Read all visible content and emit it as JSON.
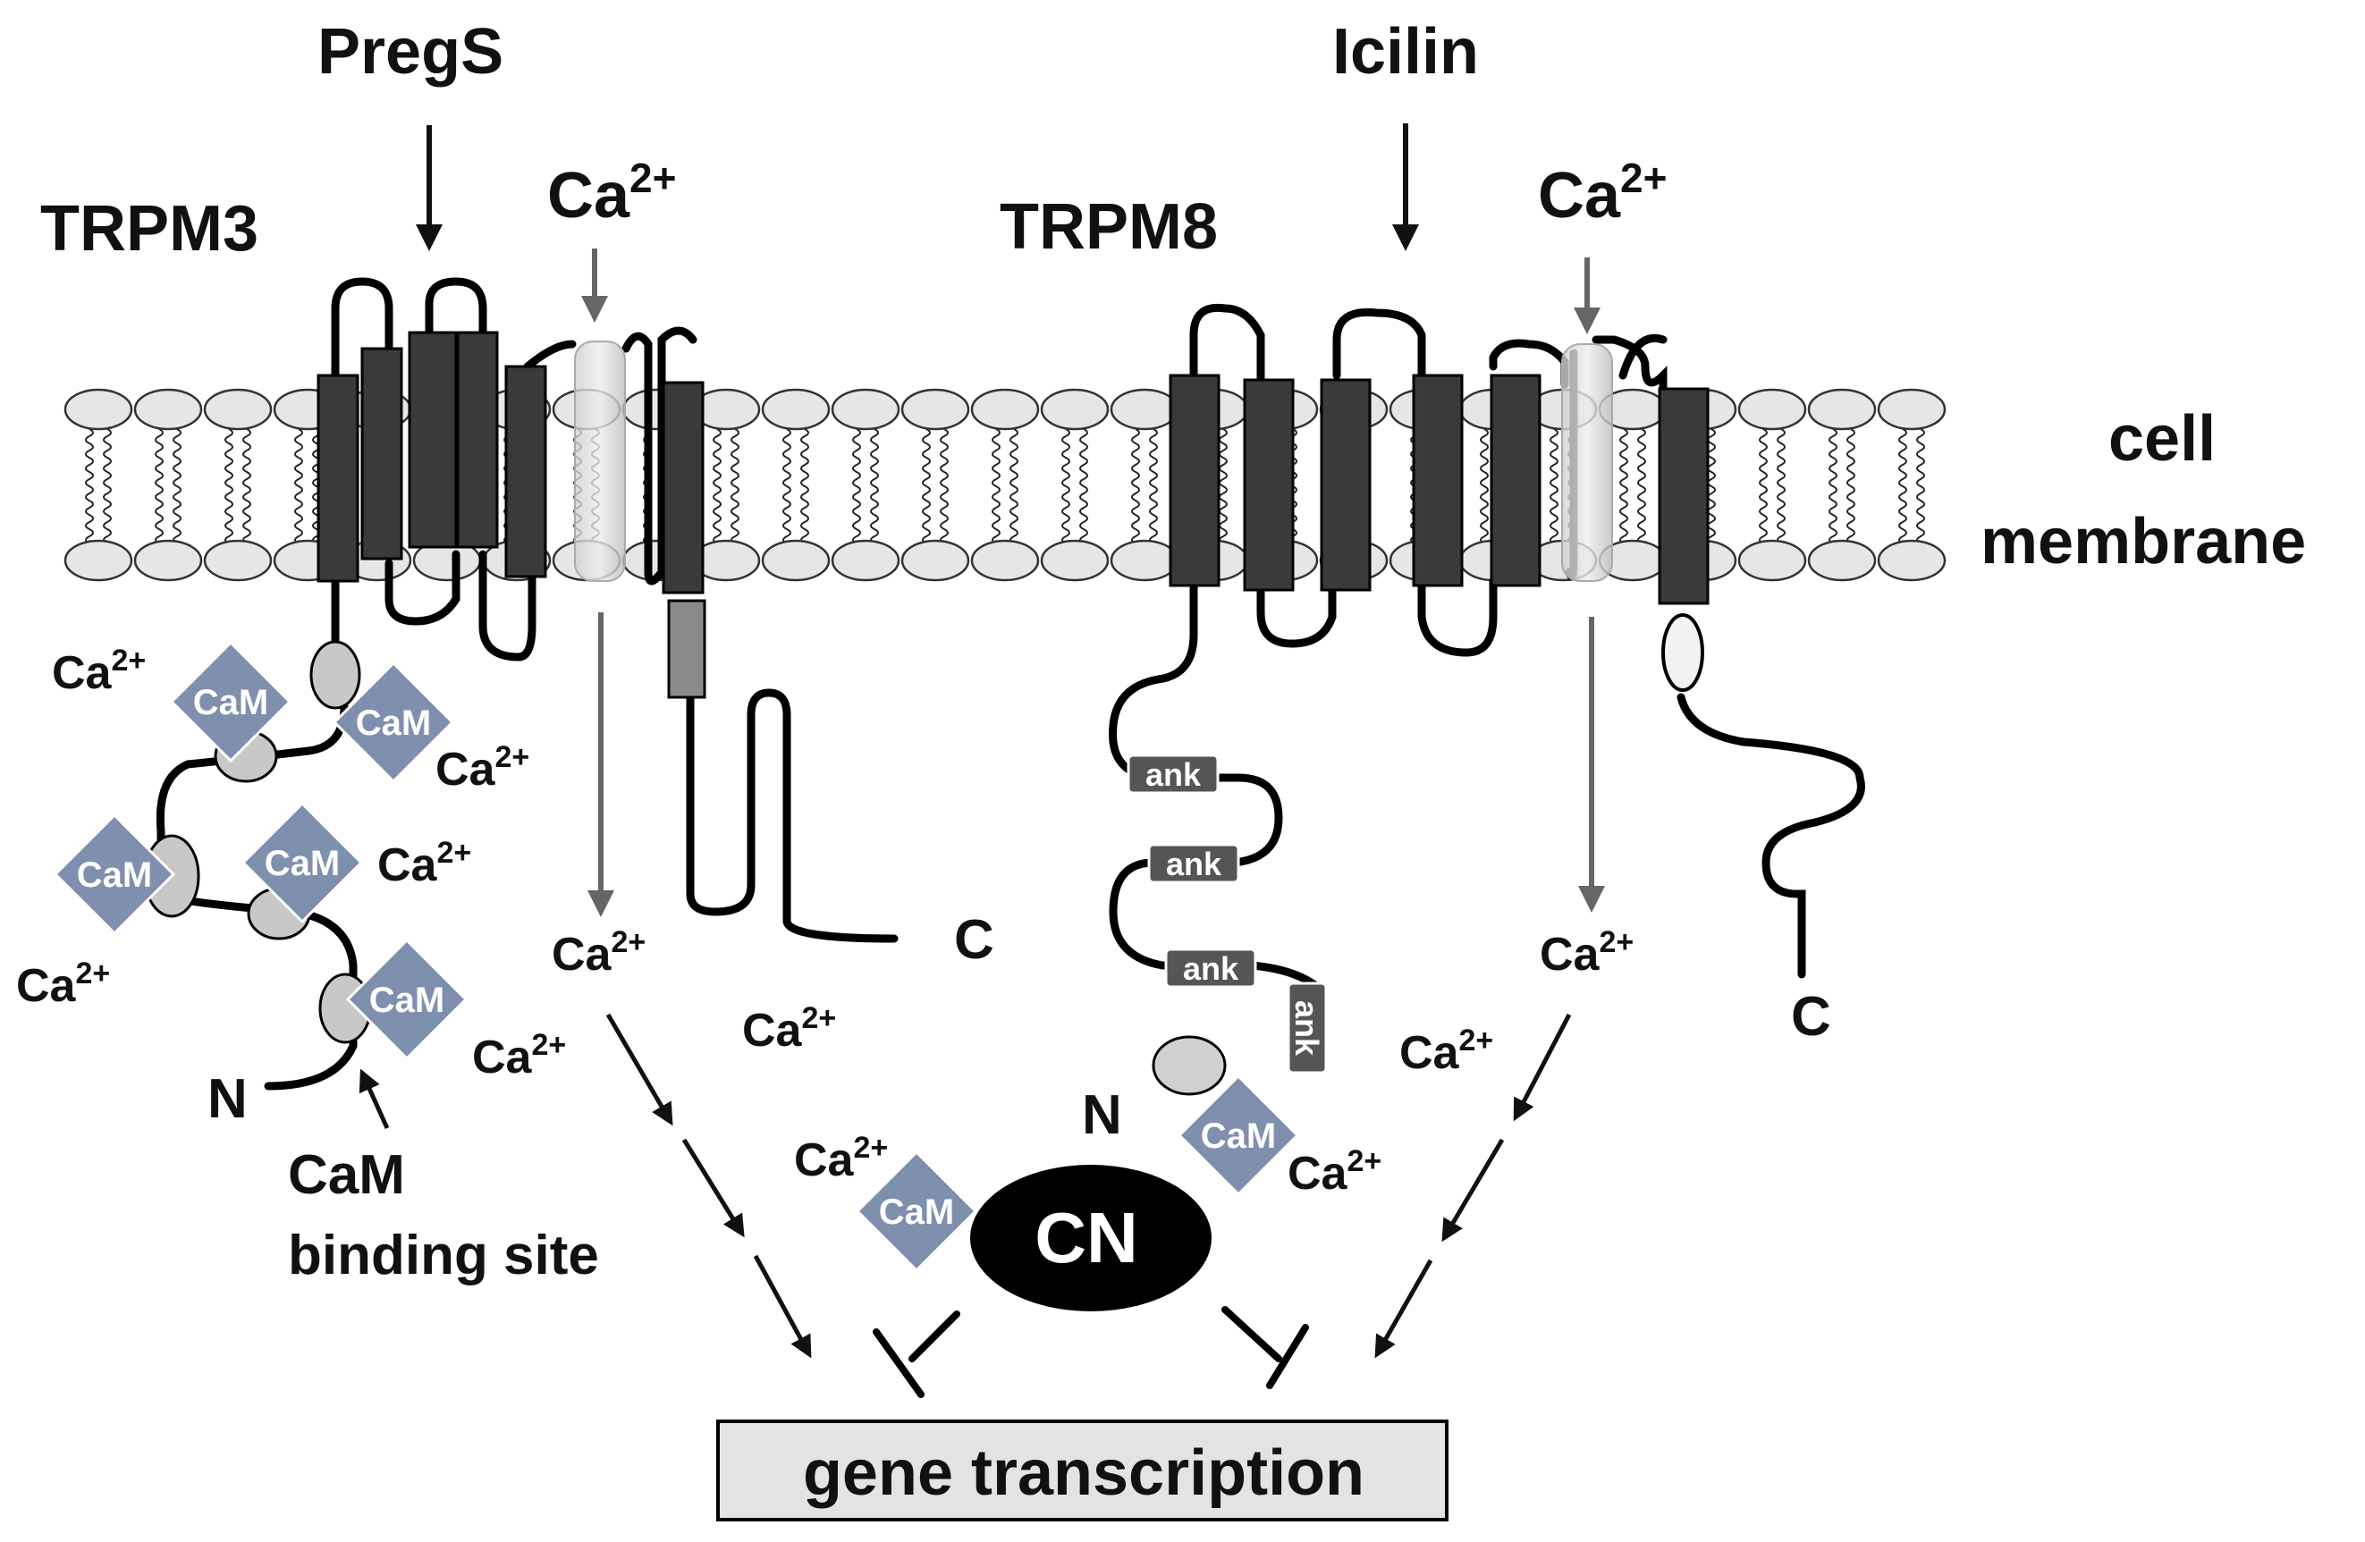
{
  "labels": {
    "pregs": "PregS",
    "icilin": "Icilin",
    "trpm3": "TRPM3",
    "trpm8": "TRPM8",
    "cell": "cell",
    "membrane": "membrane",
    "ca_sup": "2+",
    "ca_base": "Ca",
    "cam": "CaM",
    "ank": "ank",
    "n_terminus": "N",
    "c_terminus": "C",
    "cam_binding_1": "CaM",
    "cam_binding_2": "binding site",
    "cn": "CN",
    "gene_transcription": "gene transcription"
  },
  "colors": {
    "helix": "#3a3a3a",
    "lipid_head": "#e6e6e6",
    "cam": "#7f8fae",
    "bind_site": "#c8c8c8",
    "grey_arrow": "#666666",
    "box_fill": "#e3e3e3",
    "cn": "#000000"
  }
}
